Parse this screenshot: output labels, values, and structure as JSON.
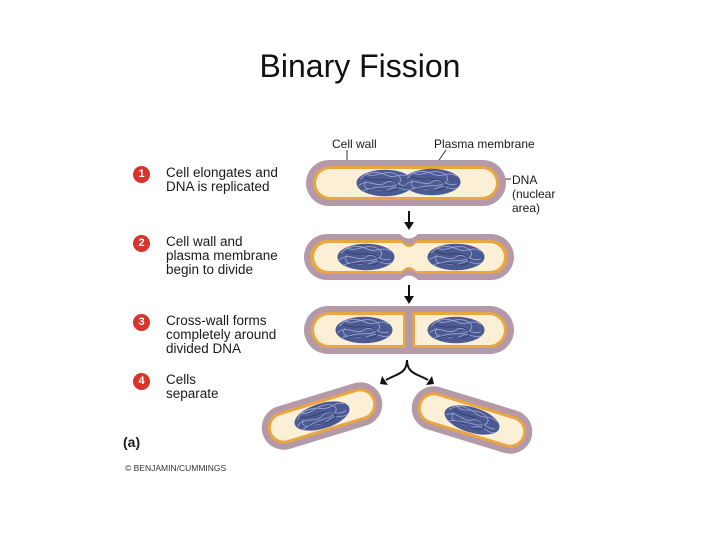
{
  "title": "Binary Fission",
  "labels": {
    "cell_wall": "Cell wall",
    "plasma_membrane": "Plasma membrane",
    "dna": [
      "DNA",
      "(nuclear",
      "area)"
    ]
  },
  "steps": [
    {
      "number": "1",
      "lines": [
        "Cell elongates and",
        "DNA is replicated"
      ]
    },
    {
      "number": "2",
      "lines": [
        "Cell wall and",
        "plasma membrane",
        "begin to divide"
      ]
    },
    {
      "number": "3",
      "lines": [
        "Cross-wall forms",
        "completely around",
        "divided DNA"
      ]
    },
    {
      "number": "4",
      "lines": [
        "Cells",
        "separate"
      ]
    }
  ],
  "figure_tag": "(a)",
  "copyright": "© BENJAMIN/CUMMINGS",
  "colors": {
    "cell_wall": "#b49aa9",
    "membrane": "#e9a640",
    "cytoplasm": "#fbefd5",
    "dna": "#4c5a93",
    "step_badge": "#d8342c"
  }
}
